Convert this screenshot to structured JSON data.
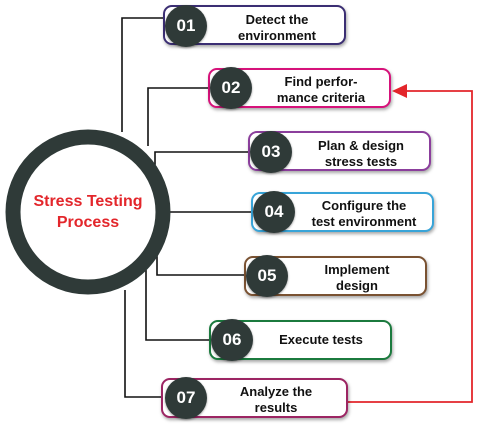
{
  "center": {
    "line1": "Stress Testing",
    "line2": "Process"
  },
  "steps": [
    {
      "number": "01",
      "line1": "Detect the",
      "line2": "environment",
      "color": "#3b2e73"
    },
    {
      "number": "02",
      "line1": "Find perfor-",
      "line2": "mance criteria",
      "color": "#d6127a"
    },
    {
      "number": "03",
      "line1": "Plan & design",
      "line2": "stress tests",
      "color": "#8b3e9c"
    },
    {
      "number": "04",
      "line1": "Configure the",
      "line2": "test environment",
      "color": "#38a4d8"
    },
    {
      "number": "05",
      "line1": "Implement",
      "line2": "design",
      "color": "#7a5232"
    },
    {
      "number": "06",
      "line1": "Execute tests",
      "line2": "",
      "color": "#1b7a3e"
    },
    {
      "number": "07",
      "line1": "Analyze the",
      "line2": "results",
      "color": "#9c2563"
    }
  ],
  "colors": {
    "center_ring": "#2f3a38",
    "center_text": "#e3262b",
    "number_badge": "#2f3a38",
    "connector": "#111111",
    "feedback_arrow": "#e3262b"
  }
}
